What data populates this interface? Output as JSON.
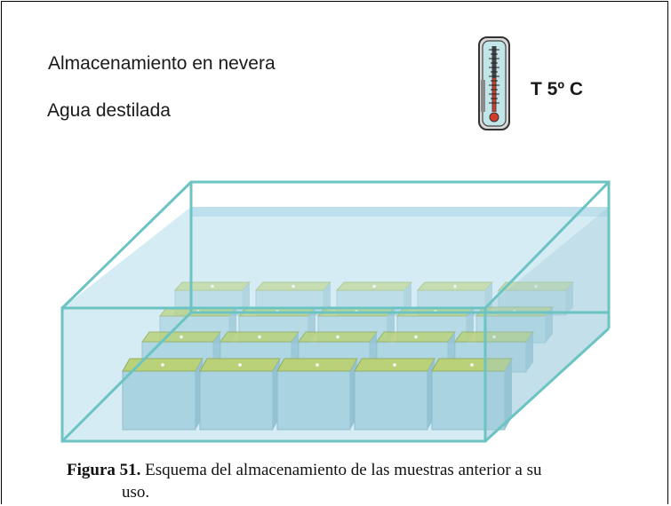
{
  "labels": {
    "storage": "Almacenamiento en nevera",
    "water": "Agua destilada",
    "temperature": "T 5º C"
  },
  "caption": {
    "number": "Figura 51.",
    "text_line1": "Esquema del almacenamiento de las muestras anterior a su",
    "text_line2": "uso."
  },
  "samples": {
    "rows": 4,
    "columns": 5
  },
  "colors": {
    "tank_outline": "#6cc3c3",
    "water": "#bfe0ee",
    "sample_top": "#b9d27a",
    "sample_side": "#a9d3e0",
    "thermometer_red": "#d23a2a"
  }
}
